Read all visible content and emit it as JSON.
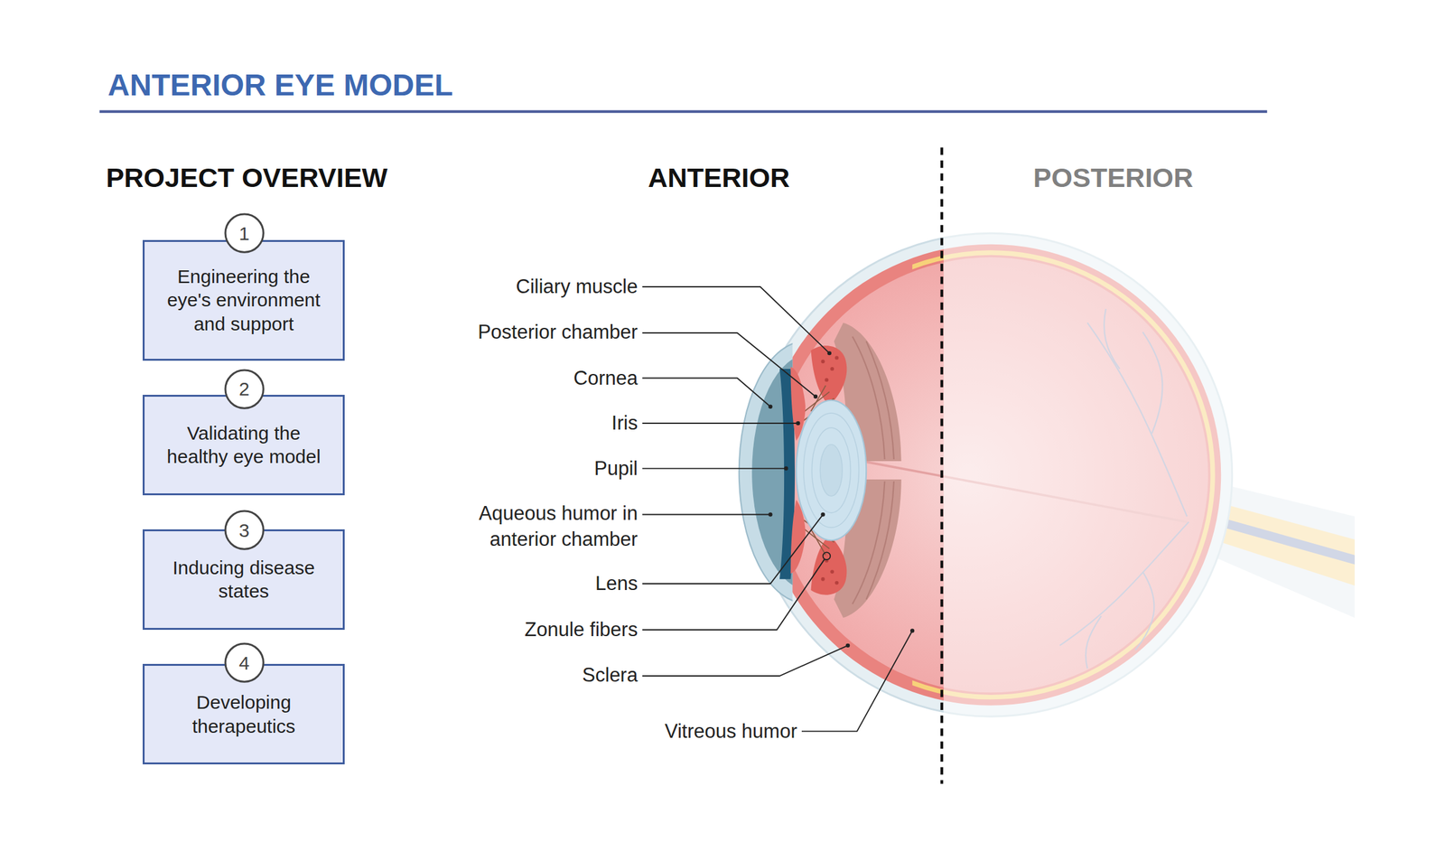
{
  "diagram": {
    "title": "ANTERIOR EYE MODEL",
    "nodes": [
      {
        "text": [
          "1"
        ]
      },
      {
        "text": [
          "Engineering the eye's environment and support"
        ]
      },
      {
        "text": [
          "2"
        ]
      },
      {
        "text": [
          "Validating the healthy eye model"
        ]
      },
      {
        "text": [
          "3"
        ]
      },
      {
        "text": [
          "Inducing disease states"
        ]
      },
      {
        "text": [
          "4"
        ]
      },
      {
        "text": [
          "Developing therapeutics"
        ]
      }
    ],
    "labels": [
      "PROJECT OVERVIEW",
      "ANTERIOR",
      "POSTERIOR",
      "Ciliary muscle",
      "Posterior chamber",
      "Cornea",
      "Iris",
      "Pupil",
      "Aqueous humor in anterior chamber",
      "Lens",
      "Zonule fibers",
      "Sclera",
      "Vitreous humor"
    ]
  }
}
